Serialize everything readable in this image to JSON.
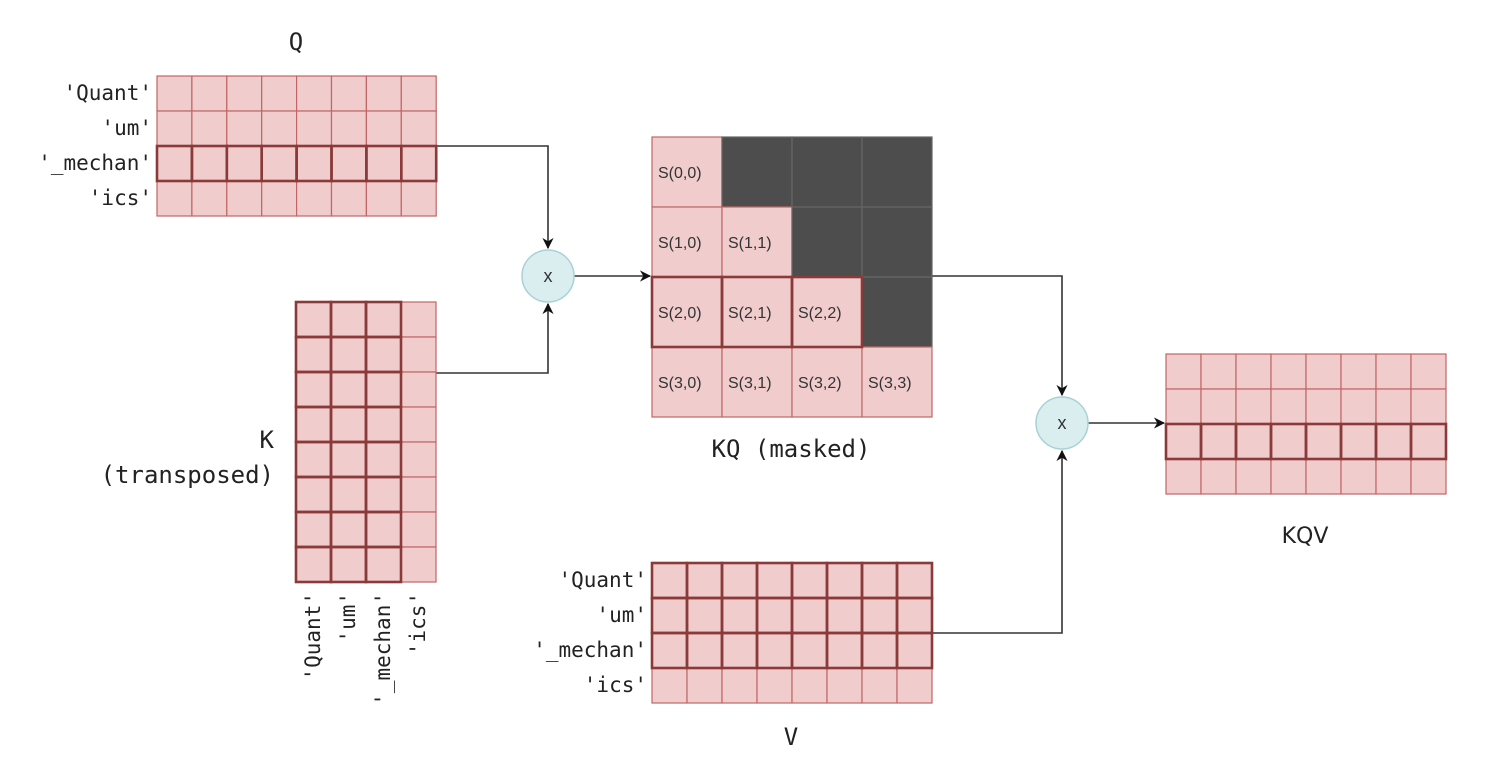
{
  "colors": {
    "cell_fill": "#f0cccc",
    "cell_border": "#c06666",
    "highlight_border": "#8b3a3a",
    "masked_fill": "#4d4d4d",
    "masked_border": "#666666",
    "operator_fill": "#daeef0",
    "operator_border": "#a8d2d6",
    "connector": "#333333"
  },
  "tokens": [
    "'Quant'",
    "'um'",
    "'_mechan'",
    "'ics'"
  ],
  "matrices": {
    "q": {
      "title": "Q",
      "rows": 4,
      "cols": 8,
      "highlight_rows": [
        2
      ]
    },
    "k": {
      "title_line1": "K",
      "title_line2": "(transposed)",
      "rows": 8,
      "cols": 4,
      "highlight_cols": [
        0,
        1,
        2
      ]
    },
    "kq": {
      "title": "KQ (masked)",
      "rows": 4,
      "cols": 4,
      "highlight_rows": [
        2
      ],
      "cells": [
        [
          "S(0,0)",
          null,
          null,
          null
        ],
        [
          "S(1,0)",
          "S(1,1)",
          null,
          null
        ],
        [
          "S(2,0)",
          "S(2,1)",
          "S(2,2)",
          null
        ],
        [
          "S(3,0)",
          "S(3,1)",
          "S(3,2)",
          "S(3,3)"
        ]
      ]
    },
    "v": {
      "title": "V",
      "rows": 4,
      "cols": 8,
      "highlight_rows": [
        0,
        1,
        2
      ]
    },
    "kqv": {
      "title": "KQV",
      "rows": 4,
      "cols": 8,
      "highlight_rows": [
        2
      ]
    }
  },
  "operators": {
    "multiply_1": {
      "symbol": "x"
    },
    "multiply_2": {
      "symbol": "x"
    }
  }
}
